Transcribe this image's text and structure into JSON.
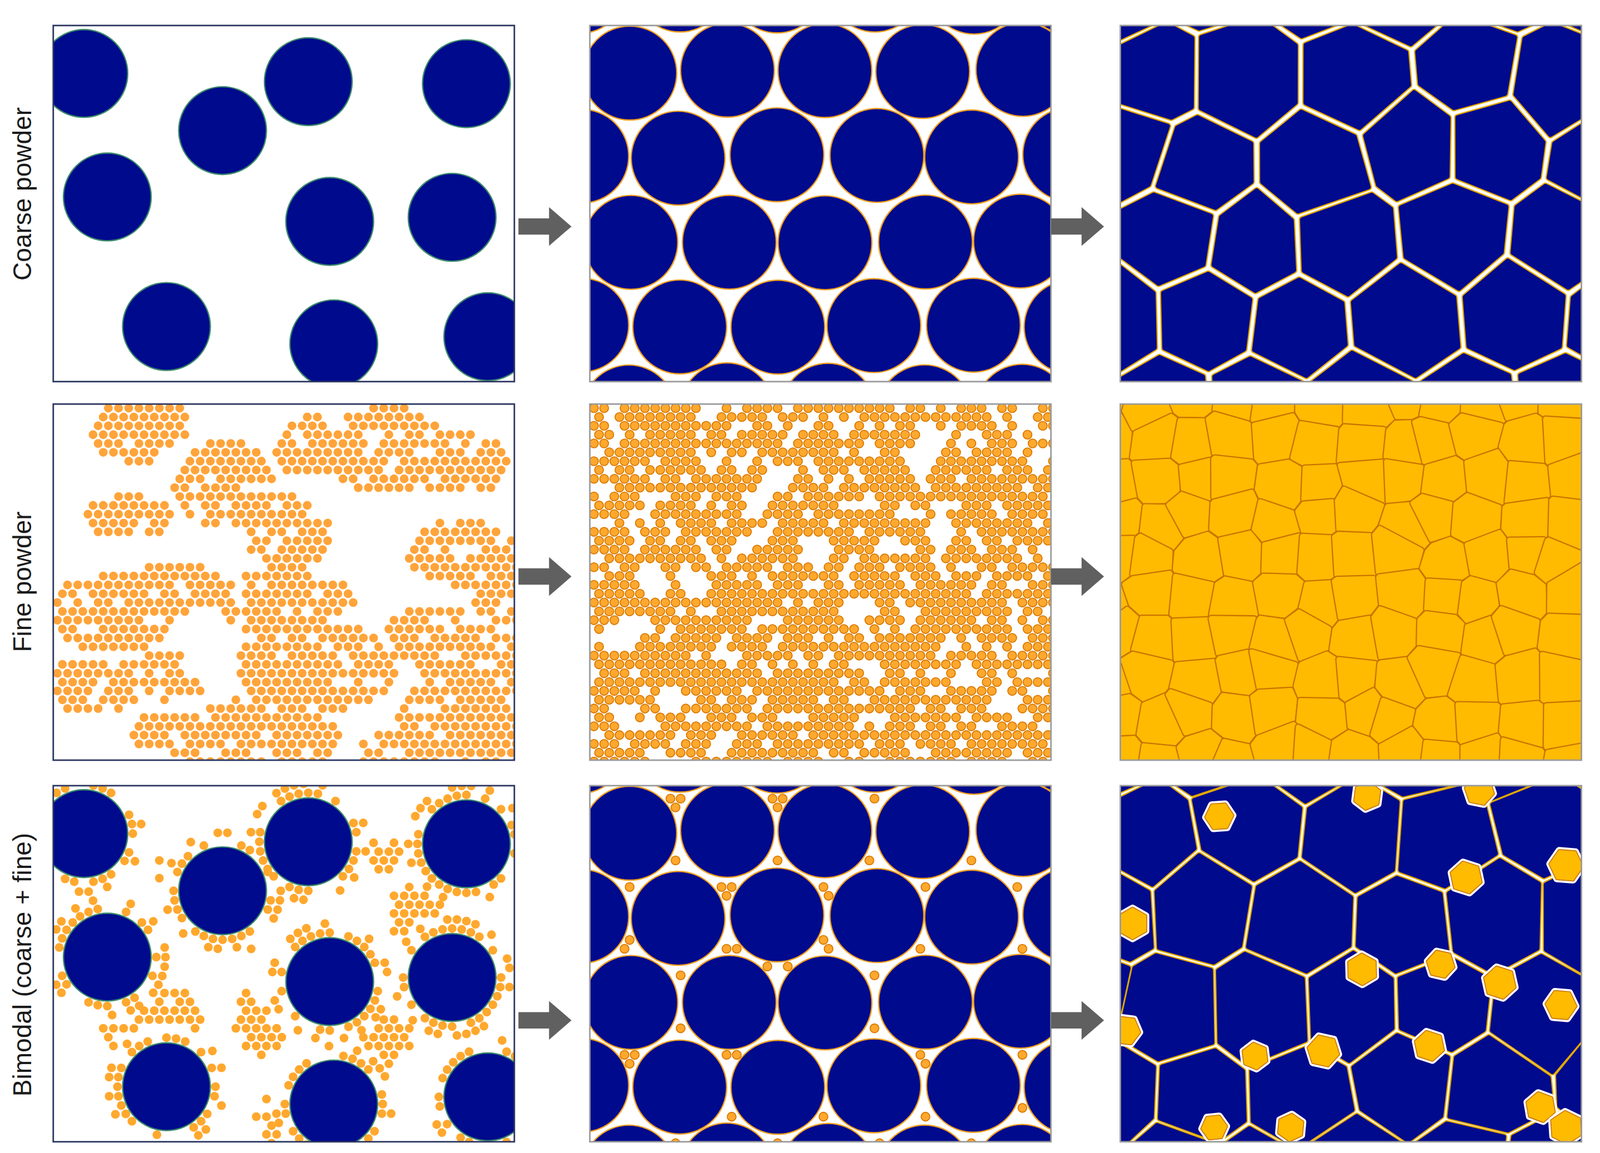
{
  "diagram": {
    "labels": [
      "Coarse powder",
      "Fine powder",
      "Bimodal (coarse + fine)"
    ]
  }
}
